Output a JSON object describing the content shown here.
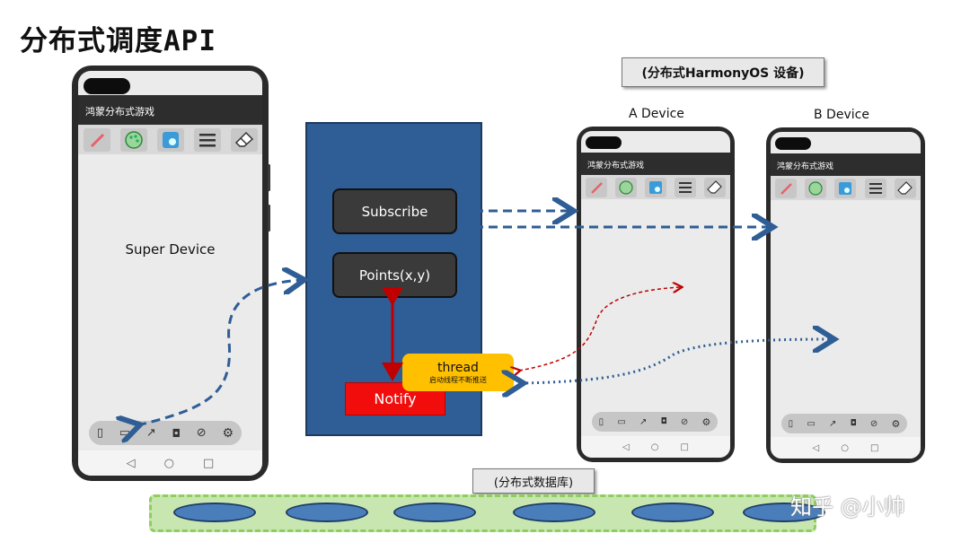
{
  "title": "分布式调度API",
  "super_device": {
    "app_title": "鸿蒙分布式游戏",
    "label": "Super Device",
    "tools": [
      "brush-icon",
      "palette-icon",
      "image-icon",
      "menu-icon",
      "eraser-icon"
    ],
    "dock_icons": [
      "device-icon",
      "cast-icon",
      "share-icon",
      "camera-icon",
      "compass-icon",
      "settings-icon"
    ],
    "nav": [
      "◁",
      "○",
      "□"
    ]
  },
  "service": {
    "subscribe": "Subscribe",
    "points": "Points(x,y)",
    "notify": "Notify",
    "thread": "thread",
    "thread_sub": "启动线程不断推送"
  },
  "harmony_label": "(分布式HarmonyOS 设备)",
  "devices": [
    {
      "name": "A Device",
      "app_title": "鸿蒙分布式游戏"
    },
    {
      "name": "B Device",
      "app_title": "鸿蒙分布式游戏"
    }
  ],
  "database_label": "(分布式数据库)",
  "watermark": "知乎 @小帅",
  "colors": {
    "panel": "#2f5d95",
    "arrow_blue": "#2f5d95",
    "arrow_red": "#c00000",
    "notify": "#f20d0d",
    "thread": "#ffc000",
    "db_band": "#c8e6b0",
    "disk": "#4a7ebb"
  }
}
